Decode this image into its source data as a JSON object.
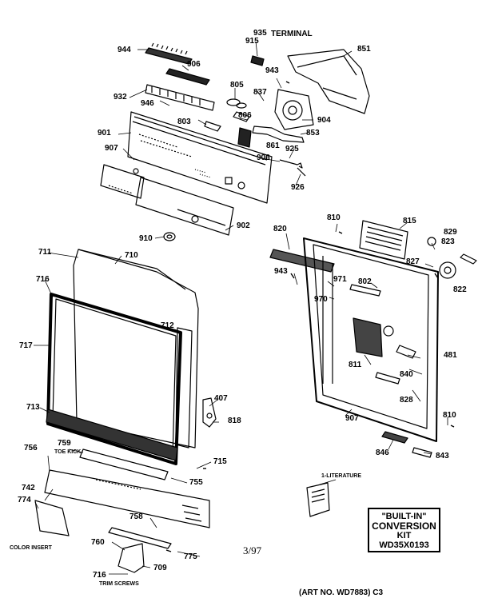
{
  "header": {
    "cropped_text": "— — — — — — — — — — —"
  },
  "labels": {
    "l935": "935",
    "l_terminal": "TERMINAL",
    "l915": "915",
    "l851": "851",
    "l944": "944",
    "l906a": "906",
    "l943a": "943",
    "l805": "805",
    "l837": "837",
    "l932": "932",
    "l946": "946",
    "l806": "806",
    "l803": "803",
    "l904": "904",
    "l853": "853",
    "l901": "901",
    "l861": "861",
    "l925": "925",
    "l907a": "907",
    "l906b": "906",
    "l926": "926",
    "l810a": "810",
    "l815": "815",
    "l829": "829",
    "l820": "820",
    "l823": "823",
    "l902": "902",
    "l910": "910",
    "l827": "827",
    "l711": "711",
    "l710": "710",
    "l943b": "943",
    "l971": "971",
    "l802": "802",
    "l822": "822",
    "l716a": "716",
    "l970": "970",
    "l712": "712",
    "l717": "717",
    "l481": "481",
    "l811": "811",
    "l840": "840",
    "l407": "407",
    "l828": "828",
    "l713": "713",
    "l818": "818",
    "l907b": "907",
    "l810b": "810",
    "l756": "756",
    "l759": "759",
    "l_toekick": "TOE KICK",
    "l846": "846",
    "l843": "843",
    "l715": "715",
    "l755": "755",
    "l_literature": "1-LITERATURE",
    "l742": "742",
    "l774": "774",
    "l758": "758",
    "l_colorinsert": "COLOR INSERT",
    "l760": "760",
    "l775": "775",
    "l716b": "716",
    "l709": "709",
    "l_trimscrews": "TRIM SCREWS"
  },
  "date": "3/97",
  "conversion_kit": {
    "line1": "\"BUILT-IN\"",
    "line2": "CONVERSION",
    "line3": "KIT",
    "line4": "WD35X0193"
  },
  "art_no": "(ART NO. WD7883) C3"
}
